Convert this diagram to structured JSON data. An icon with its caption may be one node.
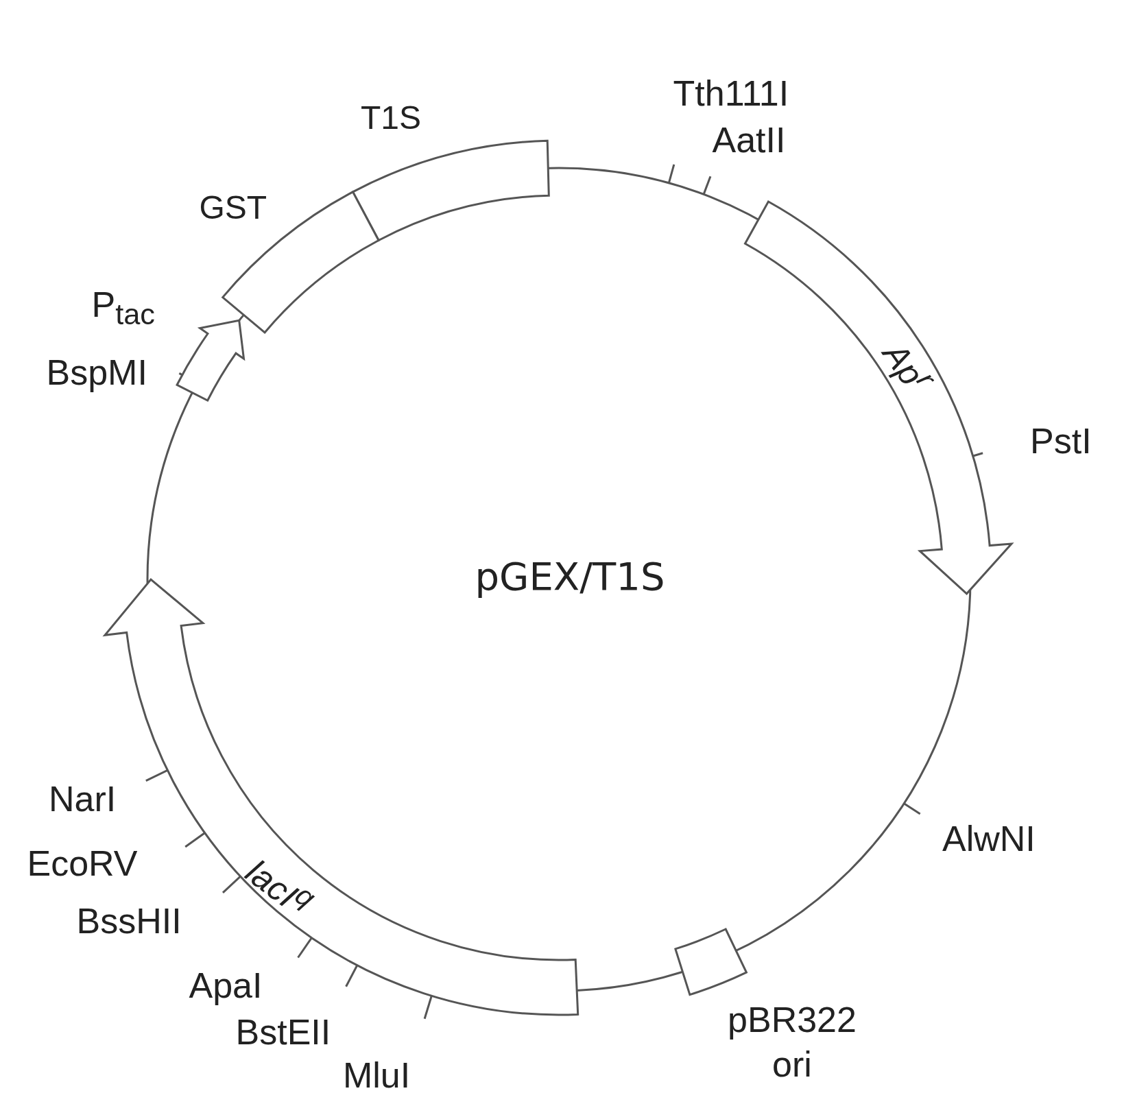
{
  "diagram": {
    "title": "pGEX/T1S",
    "nodes": [
      {
        "text": [
          "T1S"
        ]
      },
      {
        "text": [
          "GST"
        ]
      },
      {
        "text": [
          "P$_{tac}$"
        ]
      },
      {
        "text": [
          "Ap$^{r}$"
        ]
      },
      {
        "text": [
          "lacI$^{q}$"
        ]
      },
      {
        "text": [
          "pBR322 ori"
        ]
      }
    ],
    "labels": [
      "Tth111I",
      "AatII",
      "BspMI",
      "PstI",
      "NarI",
      "AlwNI",
      "EcoRV",
      "BssHII",
      "ApaI",
      "BstEII",
      "MluI"
    ]
  }
}
